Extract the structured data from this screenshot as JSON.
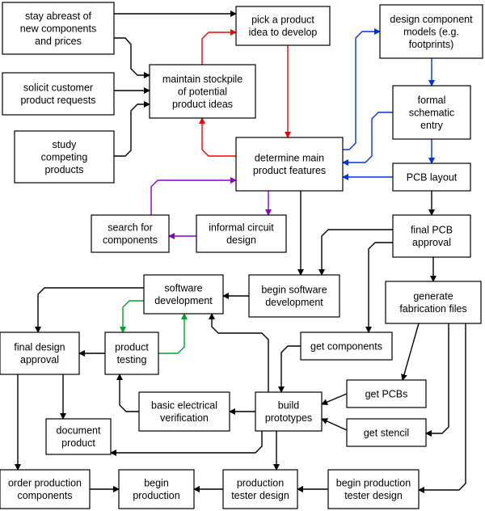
{
  "colors": {
    "default": "#000000",
    "red": "#ee0000",
    "blue": "#0033dd",
    "purple": "#8800cc",
    "green": "#00a030"
  },
  "nodes": [
    {
      "id": "stay-abreast",
      "lines": [
        "stay abreast of",
        "new components",
        "and prices"
      ]
    },
    {
      "id": "solicit-requests",
      "lines": [
        "solicit customer",
        "product requests"
      ]
    },
    {
      "id": "study-competing",
      "lines": [
        "study",
        "competing",
        "products"
      ]
    },
    {
      "id": "maintain-stockpile",
      "lines": [
        "maintain stockpile",
        "of potential",
        "product ideas"
      ]
    },
    {
      "id": "pick-idea",
      "lines": [
        "pick a product",
        "idea to develop"
      ]
    },
    {
      "id": "design-models",
      "lines": [
        "design component",
        "models (e.g.",
        "footprints)"
      ]
    },
    {
      "id": "schematic-entry",
      "lines": [
        "formal",
        "schematic",
        "entry"
      ]
    },
    {
      "id": "determine-features",
      "lines": [
        "determine main",
        "product features"
      ]
    },
    {
      "id": "pcb-layout",
      "lines": [
        "PCB layout"
      ]
    },
    {
      "id": "search-components",
      "lines": [
        "search for",
        "components"
      ]
    },
    {
      "id": "informal-circuit",
      "lines": [
        "informal circuit",
        "design"
      ]
    },
    {
      "id": "final-pcb-approval",
      "lines": [
        "final PCB",
        "approval"
      ]
    },
    {
      "id": "software-dev",
      "lines": [
        "software",
        "development"
      ]
    },
    {
      "id": "begin-software",
      "lines": [
        "begin software",
        "development"
      ]
    },
    {
      "id": "gen-fab-files",
      "lines": [
        "generate",
        "fabrication files"
      ]
    },
    {
      "id": "final-design-approval",
      "lines": [
        "final design",
        "approval"
      ]
    },
    {
      "id": "product-testing",
      "lines": [
        "product",
        "testing"
      ]
    },
    {
      "id": "get-components",
      "lines": [
        "get components"
      ]
    },
    {
      "id": "get-pcbs",
      "lines": [
        "get PCBs"
      ]
    },
    {
      "id": "basic-electrical",
      "lines": [
        "basic electrical",
        "verification"
      ]
    },
    {
      "id": "build-prototypes",
      "lines": [
        "build",
        "prototypes"
      ]
    },
    {
      "id": "get-stencil",
      "lines": [
        "get stencil"
      ]
    },
    {
      "id": "document-product",
      "lines": [
        "document",
        "product"
      ]
    },
    {
      "id": "order-production",
      "lines": [
        "order production",
        "components"
      ]
    },
    {
      "id": "begin-production",
      "lines": [
        "begin",
        "production"
      ]
    },
    {
      "id": "production-tester",
      "lines": [
        "production",
        "tester design"
      ]
    },
    {
      "id": "begin-production-tester",
      "lines": [
        "begin production",
        "tester design"
      ]
    }
  ],
  "edges": [
    {
      "from": "stay-abreast",
      "to": "pick-idea",
      "color": "default"
    },
    {
      "from": "stay-abreast",
      "to": "maintain-stockpile",
      "color": "default"
    },
    {
      "from": "solicit-requests",
      "to": "maintain-stockpile",
      "color": "default"
    },
    {
      "from": "study-competing",
      "to": "maintain-stockpile",
      "color": "default"
    },
    {
      "from": "maintain-stockpile",
      "to": "pick-idea",
      "color": "red"
    },
    {
      "from": "pick-idea",
      "to": "determine-features",
      "color": "red"
    },
    {
      "from": "determine-features",
      "to": "maintain-stockpile",
      "color": "red"
    },
    {
      "from": "determine-features",
      "to": "design-models",
      "color": "blue"
    },
    {
      "from": "design-models",
      "to": "schematic-entry",
      "color": "blue"
    },
    {
      "from": "schematic-entry",
      "to": "determine-features",
      "color": "blue"
    },
    {
      "from": "schematic-entry",
      "to": "pcb-layout",
      "color": "blue"
    },
    {
      "from": "pcb-layout",
      "to": "determine-features",
      "color": "blue"
    },
    {
      "from": "search-components",
      "to": "determine-features",
      "color": "purple"
    },
    {
      "from": "determine-features",
      "to": "informal-circuit",
      "color": "purple"
    },
    {
      "from": "informal-circuit",
      "to": "search-components",
      "color": "purple"
    },
    {
      "from": "determine-features",
      "to": "begin-software",
      "color": "default"
    },
    {
      "from": "pcb-layout",
      "to": "final-pcb-approval",
      "color": "default"
    },
    {
      "from": "final-pcb-approval",
      "to": "begin-software",
      "color": "default"
    },
    {
      "from": "final-pcb-approval",
      "to": "gen-fab-files",
      "color": "default"
    },
    {
      "from": "final-pcb-approval",
      "to": "get-components",
      "color": "default"
    },
    {
      "from": "begin-software",
      "to": "software-dev",
      "color": "default"
    },
    {
      "from": "software-dev",
      "to": "final-design-approval",
      "color": "default"
    },
    {
      "from": "software-dev",
      "to": "product-testing",
      "color": "green"
    },
    {
      "from": "product-testing",
      "to": "software-dev",
      "color": "green"
    },
    {
      "from": "product-testing",
      "to": "final-design-approval",
      "color": "default"
    },
    {
      "from": "gen-fab-files",
      "to": "get-pcbs",
      "color": "default"
    },
    {
      "from": "gen-fab-files",
      "to": "get-stencil",
      "color": "default"
    },
    {
      "from": "gen-fab-files",
      "to": "begin-production-tester",
      "color": "default"
    },
    {
      "from": "get-components",
      "to": "build-prototypes",
      "color": "default"
    },
    {
      "from": "get-pcbs",
      "to": "build-prototypes",
      "color": "default"
    },
    {
      "from": "get-stencil",
      "to": "build-prototypes",
      "color": "default"
    },
    {
      "from": "build-prototypes",
      "to": "software-dev",
      "color": "default"
    },
    {
      "from": "build-prototypes",
      "to": "basic-electrical",
      "color": "default"
    },
    {
      "from": "basic-electrical",
      "to": "product-testing",
      "color": "default"
    },
    {
      "from": "build-prototypes",
      "to": "document-product",
      "color": "default"
    },
    {
      "from": "build-prototypes",
      "to": "production-tester",
      "color": "default"
    },
    {
      "from": "final-design-approval",
      "to": "document-product",
      "color": "default"
    },
    {
      "from": "final-design-approval",
      "to": "order-production",
      "color": "default"
    },
    {
      "from": "order-production",
      "to": "begin-production",
      "color": "default"
    },
    {
      "from": "production-tester",
      "to": "begin-production",
      "color": "default"
    },
    {
      "from": "begin-production-tester",
      "to": "production-tester",
      "color": "default"
    }
  ]
}
